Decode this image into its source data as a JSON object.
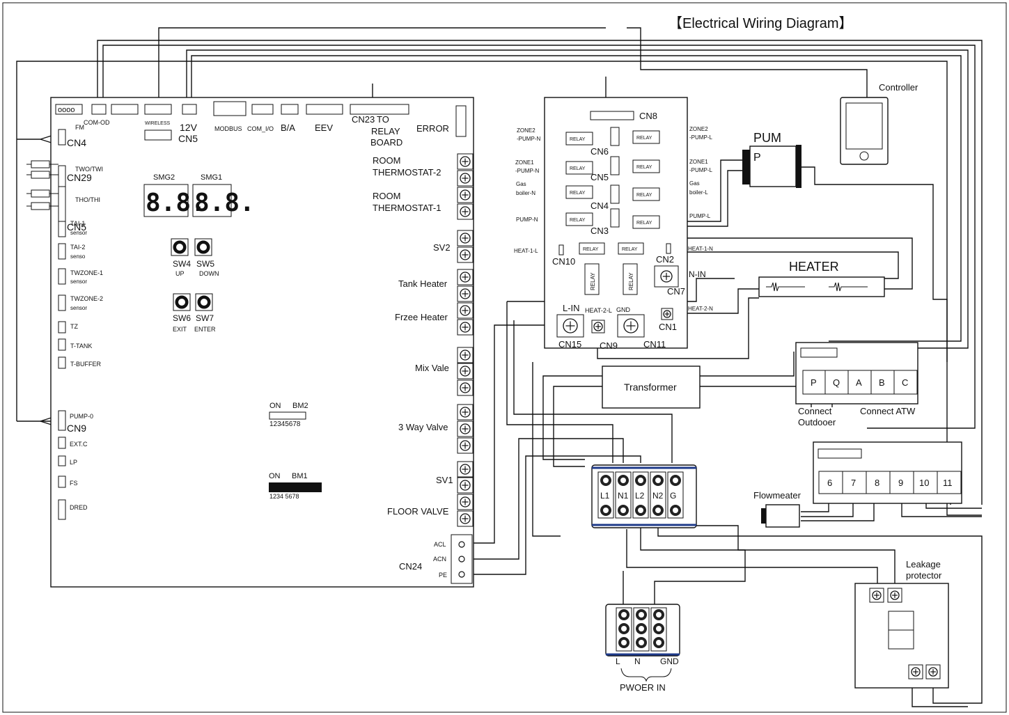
{
  "title": "【Electrical Wiring Diagram】",
  "main_board": {
    "left_labels": [
      "FM",
      "CN4",
      "TWO/TWI",
      "CN29",
      "THO/THI",
      "CN5",
      "TAI-1",
      "sensor",
      "TAI-2",
      "senso",
      "TWZONE-1",
      "sensor",
      "TWZONE-2",
      "sensor",
      "TZ",
      "T-TANK",
      "T-BUFFER",
      "PUMP-0",
      "CN9",
      "EXT.C",
      "LP",
      "FS",
      "DRED"
    ],
    "top_labels": {
      "com_od": "COM-OD",
      "wireless": "WIRELESS",
      "v12": "12V",
      "cn5": "CN5",
      "modbus": "MODBUS",
      "com_io": "COM_I/O",
      "ba": "B/A",
      "eev": "EEV",
      "cn23": "CN23",
      "to": "TO",
      "relay": "RELAY",
      "board": "BOARD",
      "error": "ERROR"
    },
    "display": {
      "smg2": "SMG2",
      "smg1": "SMG1",
      "digits2": "8.8.",
      "digits1": "8.8."
    },
    "switches": [
      {
        "name": "SW4",
        "label": "UP"
      },
      {
        "name": "SW5",
        "label": "DOWN"
      },
      {
        "name": "SW6",
        "label": "EXIT"
      },
      {
        "name": "SW7",
        "label": "ENTER"
      }
    ],
    "dip": {
      "on": "ON",
      "bm2": "BM2",
      "bm2_nums": "12345678",
      "bm1": "BM1",
      "bm1_nums": "1234 5678"
    },
    "right_labels": [
      "ROOM",
      "THERMOSTAT-2",
      "ROOM",
      "THERMOSTAT-1",
      "SV2",
      "Tank Heater",
      "Frzee Heater",
      "Mix Vale",
      "3 Way Valve",
      "SV1",
      "FLOOR VALVE"
    ],
    "cn24": {
      "name": "CN24",
      "acl": "ACL",
      "acn": "ACN",
      "pe": "PE"
    }
  },
  "relay_board": {
    "cn8": "CN8",
    "left": [
      "ZONE2",
      "-PUMP-N",
      "ZONE1",
      "-PUMP-N",
      "Gas",
      "boiler-N",
      "PUMP-N",
      "HEAT-1-L"
    ],
    "right": [
      "ZONE2",
      "-PUMP-L",
      "ZONE1",
      "-PUMP-L",
      "Gas",
      "boiler-L",
      "PUMP-L",
      "HEAT-1-N",
      "HEAT-2-N"
    ],
    "relay": "RELAY",
    "connectors": [
      "CN6",
      "CN5",
      "CN4",
      "CN3",
      "CN10",
      "CN2",
      "N-IN",
      "CN7",
      "L-IN",
      "HEAT-2-L",
      "GND",
      "CN15",
      "CN9",
      "CN11",
      "CN1"
    ]
  },
  "components": {
    "pump_title": "PUM",
    "pump_letter": "P",
    "controller": "Controller",
    "heater": "HEATER",
    "transformer": "Transformer",
    "pqabc": [
      "P",
      "Q",
      "A",
      "B",
      "C"
    ],
    "connect_outdoor_1": "Connect",
    "connect_outdoor_2": "Outdooer",
    "connect_atw": "Connect ATW",
    "terminals_6_11": [
      "6",
      "7",
      "8",
      "9",
      "10",
      "11"
    ],
    "flowmeter": "Flowmeater",
    "terminal_block": [
      "L1",
      "N1",
      "L2",
      "N2",
      "G"
    ],
    "power_in_labels": [
      "L",
      "N",
      "GND"
    ],
    "power_in": "PWOER  IN",
    "leakage_1": "Leakage",
    "leakage_2": "protector"
  }
}
